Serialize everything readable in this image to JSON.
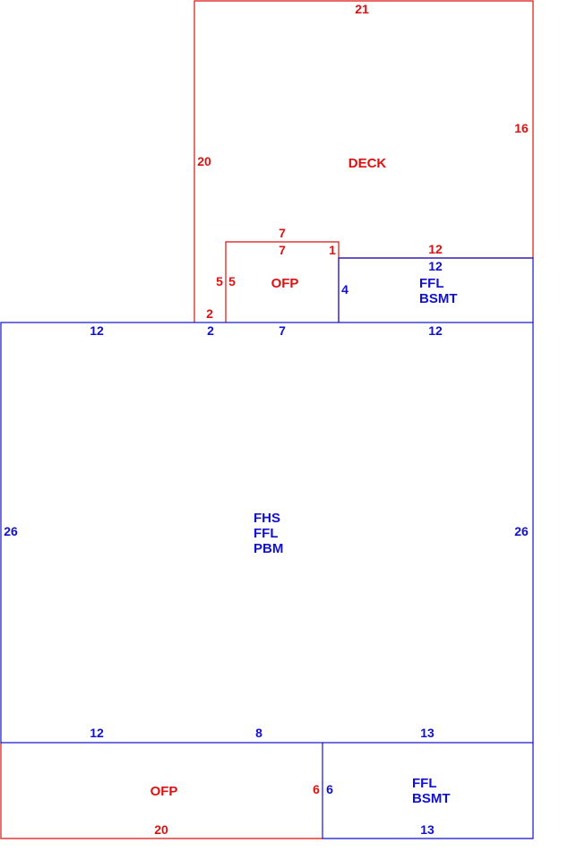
{
  "colors": {
    "red": "#dd1111",
    "blue": "#1111cc"
  },
  "deck": {
    "label": "DECK",
    "dim_top": "21",
    "dim_left": "20",
    "dim_right": "16",
    "dim_bottom_left": "2",
    "dim_bottom_right": "12"
  },
  "porch_top": {
    "label": "OFP",
    "dim_top_outer": "7",
    "dim_top_inner": "7",
    "dim_left_outer": "5",
    "dim_left_inner": "5",
    "dim_right_top": "1"
  },
  "bsmt_upper": {
    "labels": [
      "FFL",
      "BSMT"
    ],
    "dim_top": "12",
    "dim_left": "4"
  },
  "main": {
    "labels": [
      "FHS",
      "FFL",
      "PBM"
    ],
    "dim_top_1": "12",
    "dim_top_2": "2",
    "dim_top_3": "7",
    "dim_top_4": "12",
    "dim_left": "26",
    "dim_right": "26",
    "dim_bottom_1": "12",
    "dim_bottom_2": "8",
    "dim_bottom_3": "13"
  },
  "porch_bottom": {
    "label": "OFP",
    "dim_bottom": "20",
    "dim_right": "6"
  },
  "bsmt_lower": {
    "labels": [
      "FFL",
      "BSMT"
    ],
    "dim_left": "6",
    "dim_bottom": "13"
  }
}
